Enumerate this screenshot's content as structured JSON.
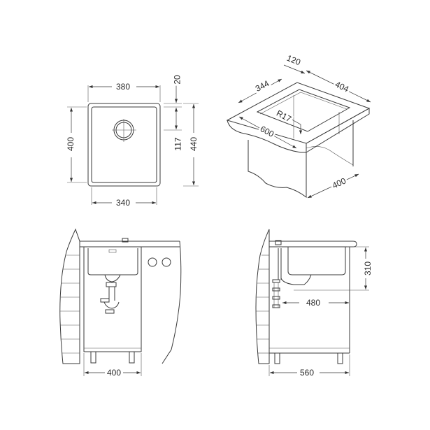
{
  "top_view": {
    "dims": {
      "outer_width": "380",
      "inner_width": "340",
      "inner_height": "400",
      "outer_height": "440",
      "drain_offset": "117",
      "rim_offset": "20"
    }
  },
  "iso_view": {
    "dims": {
      "depth_offset": "120",
      "cutout_width": "344",
      "cutout_depth": "404",
      "corner_radius": "R17",
      "worktop_width": "600",
      "cabinet_depth": "400"
    }
  },
  "front_view": {
    "dims": {
      "cabinet_width": "400"
    }
  },
  "side_view": {
    "dims": {
      "bowl_depth": "310",
      "drain_distance": "480",
      "cabinet_depth": "560"
    }
  }
}
